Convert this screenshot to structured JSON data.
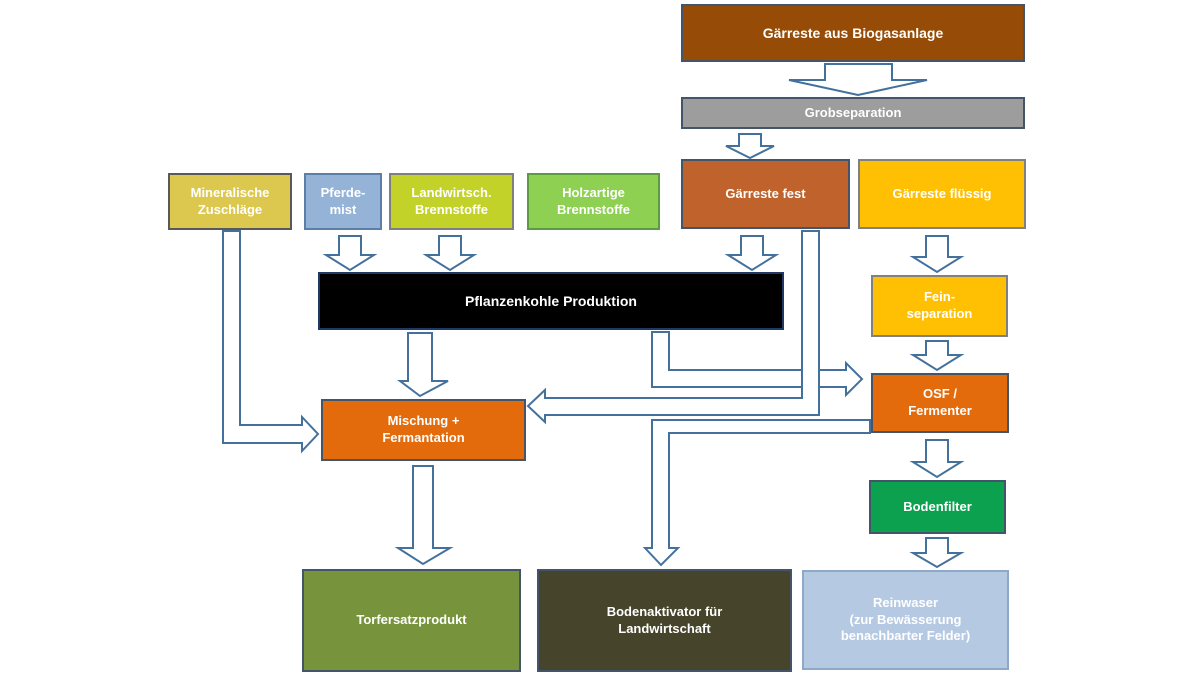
{
  "colors": {
    "background": "#FFFFFF",
    "arrow_fill": "#FFFFFF",
    "arrow_outline": "#44719C"
  },
  "boxes": {
    "gaerreste_biogasanlage": {
      "label": "Gärreste aus Biogasanlage",
      "fill": "#964B06",
      "border": "#44546A",
      "text": "#FFFFFF"
    },
    "grobseparation": {
      "label": "Grobseparation",
      "fill": "#9D9D9D",
      "border": "#44546A",
      "text": "#FFFFFF"
    },
    "gaerreste_fest": {
      "label": "Gärreste fest",
      "fill": "#C0622C",
      "border": "#44546A",
      "text": "#FFFFFF"
    },
    "gaerreste_fluessig": {
      "label": "Gärreste flüssig",
      "fill": "#FFC003",
      "border": "#808080",
      "text": "#FFFFFF"
    },
    "mineralische_zuschlaege": {
      "label": "Mineralische\nZuschläge",
      "fill": "#DCC84E",
      "border": "#595959",
      "text": "#FFFFFF"
    },
    "pferdemist": {
      "label": "Pferde-\nmist",
      "fill": "#95B3D7",
      "border": "#5B7FA6",
      "text": "#FFFFFF"
    },
    "landwirtsch_brennstoffe": {
      "label": "Landwirtsch.\nBrennstoffe",
      "fill": "#C3D229",
      "border": "#7F7F7F",
      "text": "#FFFFFF"
    },
    "holzartige_brennstoffe": {
      "label": "Holzartige\nBrennstoffe",
      "fill": "#8ED052",
      "border": "#5E9A43",
      "text": "#FFFFFF"
    },
    "pflanzenkohle_produktion": {
      "label": "Pflanzenkohle Produktion",
      "fill": "#000000",
      "border": "#1F3864",
      "text": "#FFFFFF"
    },
    "mischung_fermantation": {
      "label": "Mischung +\nFermantation",
      "fill": "#E36B0B",
      "border": "#44546A",
      "text": "#FFFFFF"
    },
    "fein_separation": {
      "label": "Fein-\nseparation",
      "fill": "#FFC003",
      "border": "#808080",
      "text": "#FFFFFF"
    },
    "osf_fermenter": {
      "label": "OSF /\nFermenter",
      "fill": "#E36B0B",
      "border": "#44546A",
      "text": "#FFFFFF"
    },
    "bodenfilter": {
      "label": "Bodenfilter",
      "fill": "#0CA14E",
      "border": "#44546A",
      "text": "#FFFFFF"
    },
    "reinwaser": {
      "label": "Reinwaser\n(zur Bewässerung\nbenachbarter Felder)",
      "fill": "#B6C9E2",
      "border": "#8EA9C8",
      "text": "#FFFFFF"
    },
    "torfersatzprodukt": {
      "label": "Torfersatzprodukt",
      "fill": "#77933C",
      "border": "#44546A",
      "text": "#FFFFFF"
    },
    "bodenaktivator": {
      "label": "Bodenaktivator für\nLandwirtschaft",
      "fill": "#46452B",
      "border": "#44546A",
      "text": "#FFFFFF"
    }
  },
  "connections": [
    {
      "from": "Gärreste aus Biogasanlage",
      "to": "Grobseparation"
    },
    {
      "from": "Grobseparation",
      "to": "Gärreste fest"
    },
    {
      "from": "Gärreste fest",
      "to": "Pflanzenkohle Produktion"
    },
    {
      "from": "Gärreste fest",
      "to": "Mischung + Fermantation"
    },
    {
      "from": "Gärreste flüssig",
      "to": "Fein-separation"
    },
    {
      "from": "Fein-separation",
      "to": "OSF / Fermenter"
    },
    {
      "from": "Pferde-mist",
      "to": "Pflanzenkohle Produktion"
    },
    {
      "from": "Landwirtsch. Brennstoffe",
      "to": "Pflanzenkohle Produktion"
    },
    {
      "from": "Pflanzenkohle Produktion",
      "to": "Mischung + Fermantation"
    },
    {
      "from": "Pflanzenkohle Produktion",
      "to": "OSF / Fermenter"
    },
    {
      "from": "Mineralische Zuschläge",
      "to": "Mischung + Fermantation"
    },
    {
      "from": "Mischung + Fermantation",
      "to": "Torfersatzprodukt"
    },
    {
      "from": "OSF / Fermenter",
      "to": "Bodenaktivator für Landwirtschaft"
    },
    {
      "from": "OSF / Fermenter",
      "to": "Bodenfilter"
    },
    {
      "from": "Bodenfilter",
      "to": "Reinwaser (zur Bewässerung benachbarter Felder)"
    }
  ]
}
